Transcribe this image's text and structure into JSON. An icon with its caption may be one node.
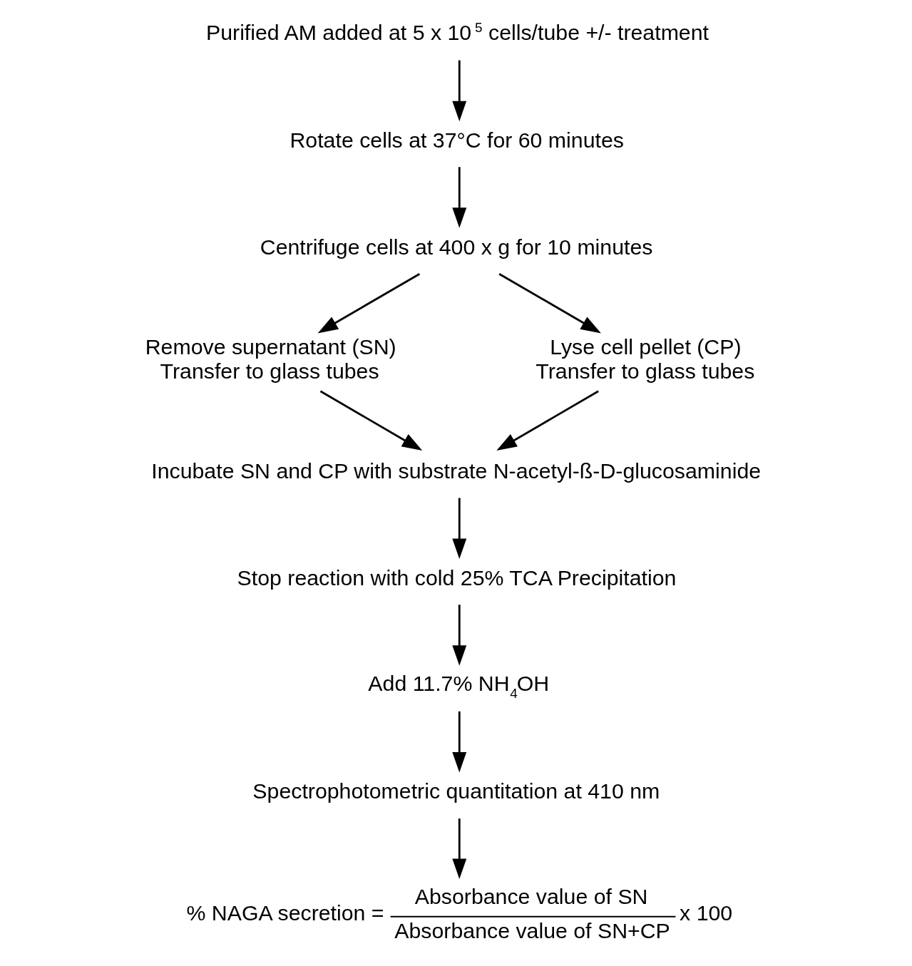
{
  "diagram": {
    "nodes": [
      {
        "text": [
          "Purified AM added at 5 x 10$^{5}$ cells/tube +/- treatment"
        ]
      },
      {
        "text": [
          "Rotate cells at 37°C for 60 minutes"
        ]
      },
      {
        "text": [
          "Centrifuge cells at 400 x g for 10 minutes"
        ]
      },
      {
        "text": [
          "Remove supernatant (SN)",
          "Transfer to glass tubes"
        ]
      },
      {
        "text": [
          "Lyse cell pellet (CP)",
          "Transfer to glass tubes"
        ]
      },
      {
        "text": [
          "Incubate SN and CP with substrate N-acetyl-ß-D-glucosaminide"
        ]
      },
      {
        "text": [
          "Stop reaction with cold 25% TCA Precipitation"
        ]
      },
      {
        "text": [
          "Add 11.7% NH$_{4}$OH"
        ]
      },
      {
        "text": [
          "Spectrophotometric quantitation at 410 nm"
        ]
      },
      {
        "text": [
          "% NAGA secretion =",
          "Absorbance value of SN",
          "Absorbance value of SN+CP",
          "x 100"
        ]
      }
    ],
    "edges": [
      {
        "from": 0,
        "to": 1,
        "arrow": "to"
      },
      {
        "from": 1,
        "to": 2,
        "arrow": "to"
      },
      {
        "from": 2,
        "to": 3,
        "arrow": "to"
      },
      {
        "from": 2,
        "to": 4,
        "arrow": "to"
      },
      {
        "from": 3,
        "to": 5,
        "arrow": "to"
      },
      {
        "from": 4,
        "to": 5,
        "arrow": "to"
      },
      {
        "from": 5,
        "to": 6,
        "arrow": "to"
      },
      {
        "from": 6,
        "to": 7,
        "arrow": "to"
      },
      {
        "from": 7,
        "to": 8,
        "arrow": "to"
      },
      {
        "from": 8,
        "to": 9,
        "arrow": "to"
      }
    ]
  }
}
